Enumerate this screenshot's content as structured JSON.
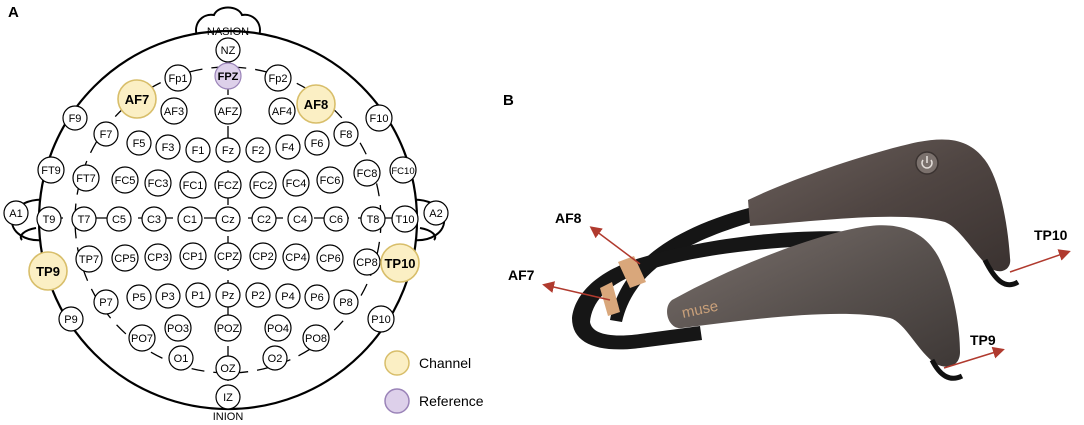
{
  "panels": {
    "a": "A",
    "b": "B"
  },
  "landmarks": {
    "nasion": "NASION",
    "inion": "INION"
  },
  "electrodes": [
    {
      "id": "NZ",
      "type": "plain"
    },
    {
      "id": "FPZ",
      "type": "reference"
    },
    {
      "id": "Fp1",
      "type": "plain"
    },
    {
      "id": "Fp2",
      "type": "plain"
    },
    {
      "id": "AF7",
      "type": "channel"
    },
    {
      "id": "AF8",
      "type": "channel"
    },
    {
      "id": "AF3",
      "type": "plain"
    },
    {
      "id": "AFZ",
      "type": "plain"
    },
    {
      "id": "AF4",
      "type": "plain"
    },
    {
      "id": "F9",
      "type": "plain"
    },
    {
      "id": "F7",
      "type": "plain"
    },
    {
      "id": "F5",
      "type": "plain"
    },
    {
      "id": "F3",
      "type": "plain"
    },
    {
      "id": "F1",
      "type": "plain"
    },
    {
      "id": "Fz",
      "type": "plain"
    },
    {
      "id": "F2",
      "type": "plain"
    },
    {
      "id": "F4",
      "type": "plain"
    },
    {
      "id": "F6",
      "type": "plain"
    },
    {
      "id": "F8",
      "type": "plain"
    },
    {
      "id": "F10",
      "type": "plain"
    },
    {
      "id": "FT9",
      "type": "plain"
    },
    {
      "id": "FT7",
      "type": "plain"
    },
    {
      "id": "FC5",
      "type": "plain"
    },
    {
      "id": "FC3",
      "type": "plain"
    },
    {
      "id": "FC1",
      "type": "plain"
    },
    {
      "id": "FCZ",
      "type": "plain"
    },
    {
      "id": "FC2",
      "type": "plain"
    },
    {
      "id": "FC4",
      "type": "plain"
    },
    {
      "id": "FC6",
      "type": "plain"
    },
    {
      "id": "FC8",
      "type": "plain"
    },
    {
      "id": "FC10",
      "type": "plain"
    },
    {
      "id": "A1",
      "type": "plain"
    },
    {
      "id": "T9",
      "type": "plain"
    },
    {
      "id": "T7",
      "type": "plain"
    },
    {
      "id": "C5",
      "type": "plain"
    },
    {
      "id": "C3",
      "type": "plain"
    },
    {
      "id": "C1",
      "type": "plain"
    },
    {
      "id": "Cz",
      "type": "plain"
    },
    {
      "id": "C2",
      "type": "plain"
    },
    {
      "id": "C4",
      "type": "plain"
    },
    {
      "id": "C6",
      "type": "plain"
    },
    {
      "id": "T8",
      "type": "plain"
    },
    {
      "id": "T10",
      "type": "plain"
    },
    {
      "id": "A2",
      "type": "plain"
    },
    {
      "id": "TP9",
      "type": "channel"
    },
    {
      "id": "TP7",
      "type": "plain"
    },
    {
      "id": "CP5",
      "type": "plain"
    },
    {
      "id": "CP3",
      "type": "plain"
    },
    {
      "id": "CP1",
      "type": "plain"
    },
    {
      "id": "CPZ",
      "type": "plain"
    },
    {
      "id": "CP2",
      "type": "plain"
    },
    {
      "id": "CP4",
      "type": "plain"
    },
    {
      "id": "CP6",
      "type": "plain"
    },
    {
      "id": "CP8",
      "type": "plain"
    },
    {
      "id": "TP10",
      "type": "channel"
    },
    {
      "id": "P9",
      "type": "plain"
    },
    {
      "id": "P7",
      "type": "plain"
    },
    {
      "id": "P5",
      "type": "plain"
    },
    {
      "id": "P3",
      "type": "plain"
    },
    {
      "id": "P1",
      "type": "plain"
    },
    {
      "id": "Pz",
      "type": "plain"
    },
    {
      "id": "P2",
      "type": "plain"
    },
    {
      "id": "P4",
      "type": "plain"
    },
    {
      "id": "P6",
      "type": "plain"
    },
    {
      "id": "P8",
      "type": "plain"
    },
    {
      "id": "P10",
      "type": "plain"
    },
    {
      "id": "PO7",
      "type": "plain"
    },
    {
      "id": "PO3",
      "type": "plain"
    },
    {
      "id": "POZ",
      "type": "plain"
    },
    {
      "id": "PO4",
      "type": "plain"
    },
    {
      "id": "PO8",
      "type": "plain"
    },
    {
      "id": "O1",
      "type": "plain"
    },
    {
      "id": "OZ",
      "type": "plain"
    },
    {
      "id": "O2",
      "type": "plain"
    },
    {
      "id": "IZ",
      "type": "plain"
    }
  ],
  "legend": {
    "channel": "Channel",
    "reference": "Reference"
  },
  "colors": {
    "channel_fill": "#fbefc4",
    "channel_stroke": "#d8be6a",
    "reference_fill": "#ddd0ea",
    "reference_stroke": "#9a83b8",
    "arrow": "#b03a2e"
  },
  "device": {
    "brand": "muse",
    "sensor_labels": {
      "af8": "AF8",
      "af7": "AF7",
      "tp10": "TP10",
      "tp9": "TP9"
    }
  }
}
